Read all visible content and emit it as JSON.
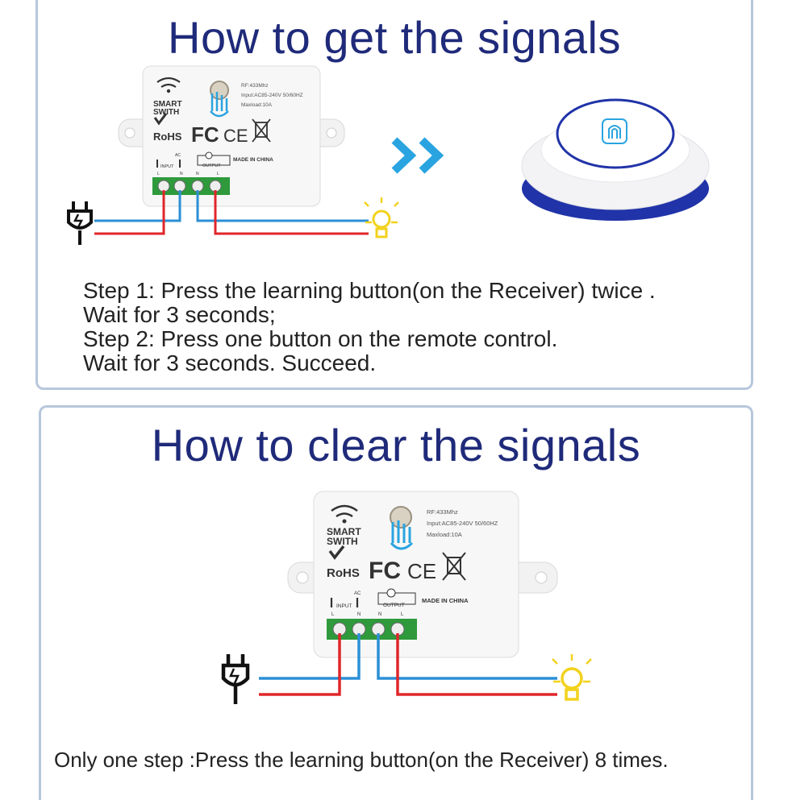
{
  "section_get": {
    "title": "How to get the signals",
    "steps": [
      "Step 1: Press the learning button(on the Receiver) twice .",
      "Wait for 3 seconds;",
      "Step 2: Press one button on the remote control.",
      "Wait for 3 seconds. Succeed."
    ]
  },
  "section_clear": {
    "title": "How to clear the signals",
    "note": "Only one step :Press the learning button(on the Receiver) 8 times."
  },
  "receiver": {
    "brand_line1": "SMART",
    "brand_line2": "SWITH",
    "rf": "RF:433Mhz",
    "input": "Input:AC85-240V 50/60HZ",
    "maxload": "Maxload:10A",
    "rohs": "RoHS",
    "fc": "FC",
    "ce": "CE",
    "made_in": "MADE IN CHINA",
    "ac": "AC",
    "input_label": "INPUT",
    "output_label": "OUTPUT",
    "terminal_l1": "L",
    "terminal_n1": "N",
    "terminal_n2": "N",
    "terminal_l2": "L"
  },
  "colors": {
    "title": "#1f2a7a",
    "arrow": "#2aa4e0",
    "wire_blue": "#2b8fd6",
    "wire_red": "#e0262a",
    "terminal_green": "#2e9a3c",
    "remote_ring": "#2033a8",
    "bulb": "#f2d21c"
  }
}
